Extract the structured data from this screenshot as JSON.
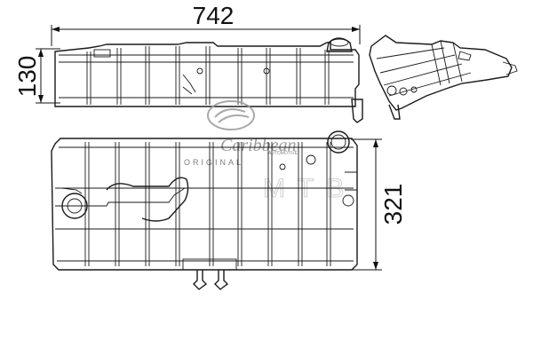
{
  "dimensions": {
    "length": "742",
    "height": "130",
    "depth": "321"
  },
  "watermark": {
    "brand_script": "Caribbean",
    "tagline": "ORIGINAL",
    "small_text": "AUTOMOTIVE",
    "side_letters": "MTB"
  }
}
